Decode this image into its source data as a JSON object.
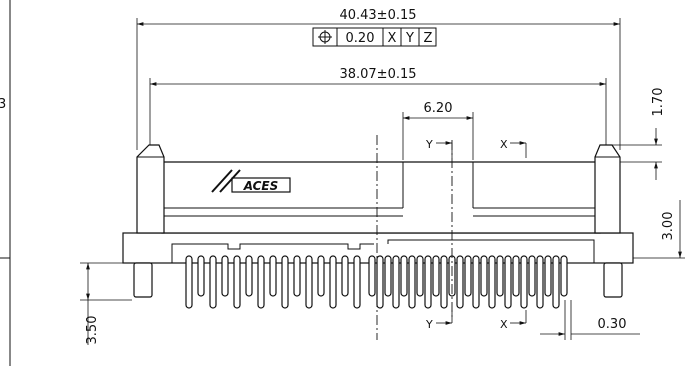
{
  "dimensions": {
    "overall_width": "40.43±0.15",
    "inner_width": "38.07±0.15",
    "offset": "6.20",
    "post_top": "1.70",
    "height": "3.00",
    "pin_length": "3.50",
    "pitch": "0.30"
  },
  "tolerance_frame": {
    "symbol": "⊕",
    "value": "0.20",
    "datums": [
      "X",
      "Y",
      "Z"
    ]
  },
  "datum_labels": {
    "y_top": "Y",
    "x_top": "X",
    "y_bottom": "Y",
    "x_bottom": "X"
  },
  "logo_text": "ACES",
  "border_mark": "3"
}
